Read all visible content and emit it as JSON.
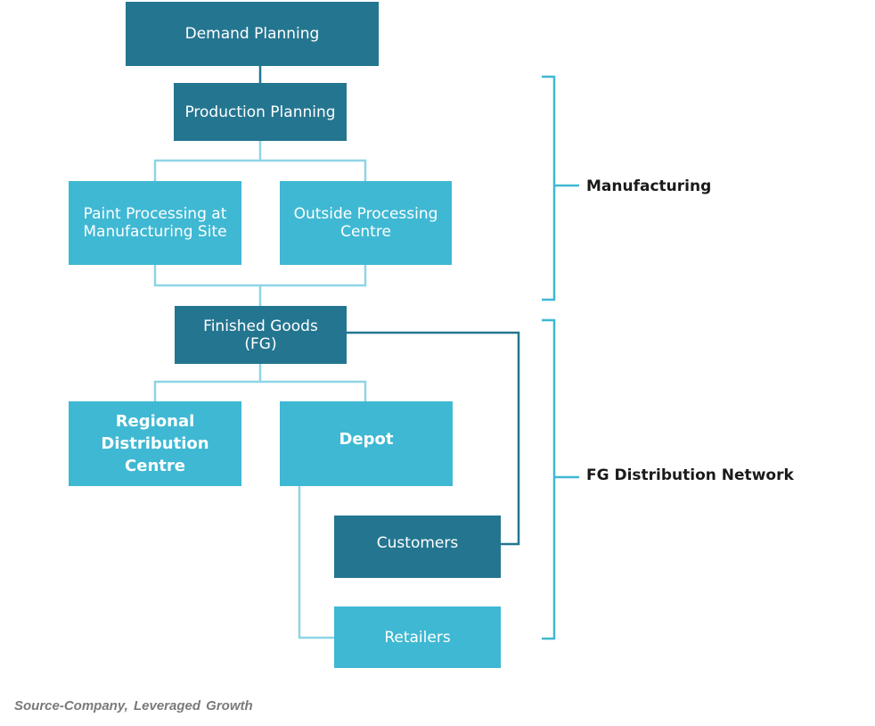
{
  "colors": {
    "dark_box": "#247690",
    "light_box": "#3fb8d3",
    "connector_light": "#8fd4e6",
    "connector_dark": "#247690",
    "bracket": "#3fb8d3"
  },
  "nodes": {
    "demand_planning": "Demand Planning",
    "production_planning": "Production Planning",
    "paint_processing": "Paint Processing at\nManufacturing Site",
    "outside_processing": "Outside Processing\nCentre",
    "finished_goods": "Finished Goods\n(FG)",
    "regional_distribution": "Regional\nDistribution Centre",
    "depot": "Depot",
    "customers": "Customers",
    "retailers": "Retailers"
  },
  "groups": {
    "manufacturing": "Manufacturing",
    "fg_distribution": "FG Distribution Network"
  },
  "source": "Source-Company,  Leveraged  Growth"
}
